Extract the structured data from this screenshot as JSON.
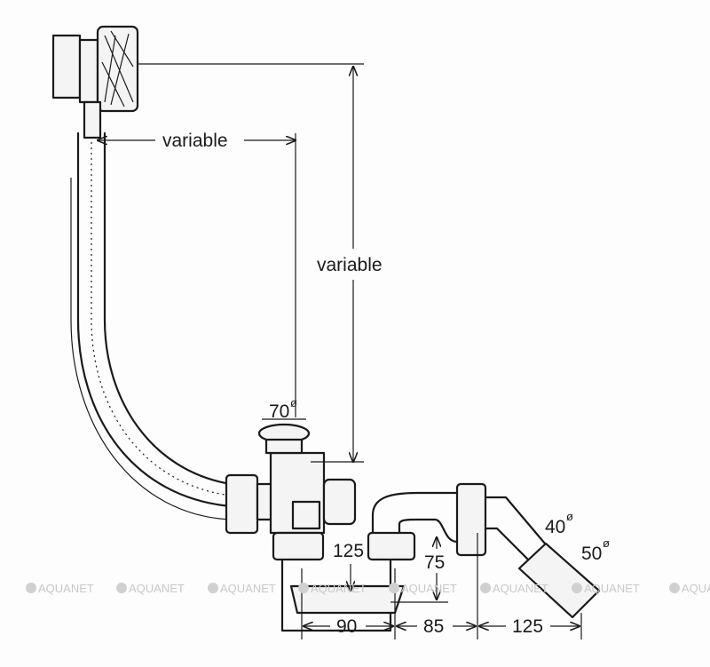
{
  "labels": {
    "horizontal_variable": "variable",
    "vertical_variable": "variable",
    "plug_diameter": "70",
    "diameter_symbol": "ø",
    "height_125": "125",
    "height_75": "75",
    "outlet_40": "40",
    "outlet_50": "50",
    "width_90": "90",
    "width_85": "85",
    "width_125": "125"
  },
  "watermark": "AQUANET"
}
